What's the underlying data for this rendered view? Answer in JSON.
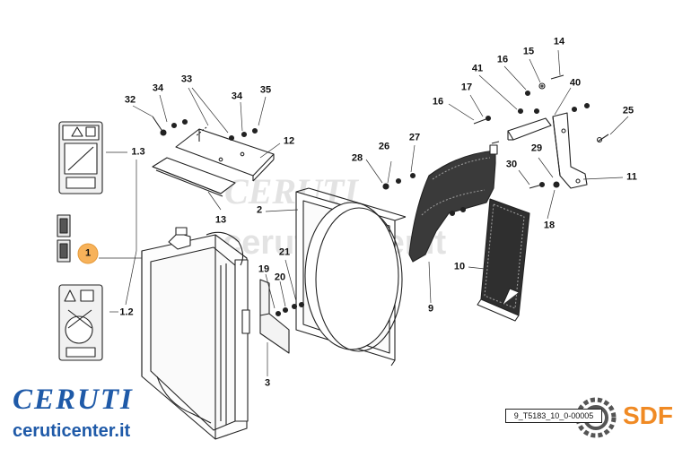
{
  "diagram": {
    "drawing_code": "9_T5183_10_0-00005",
    "callouts": {
      "c1": "1",
      "c1_2": "1.2",
      "c1_3": "1.3",
      "c2": "2",
      "c3": "3",
      "c9": "9",
      "c10": "10",
      "c11": "11",
      "c12": "12",
      "c13": "13",
      "c14": "14",
      "c15": "15",
      "c16": "16",
      "c16b": "16",
      "c17": "17",
      "c18": "18",
      "c19": "19",
      "c20": "20",
      "c21": "21",
      "c25": "25",
      "c26": "26",
      "c27": "27",
      "c28": "28",
      "c29": "29",
      "c30": "30",
      "c32": "32",
      "c33": "33",
      "c34": "34",
      "c34b": "34",
      "c35": "35",
      "c40": "40",
      "c41": "41"
    }
  },
  "branding": {
    "logo_text": "CERUTI",
    "site": "ceruticenter.it",
    "sdf": "SDF",
    "watermark_site": "ceruticenter.it",
    "watermark_name": "CERUTI"
  },
  "colors": {
    "ceruti_blue": "#1f5aa8",
    "sdf_orange": "#f08a24",
    "highlight_circle": "#f7b25a"
  }
}
